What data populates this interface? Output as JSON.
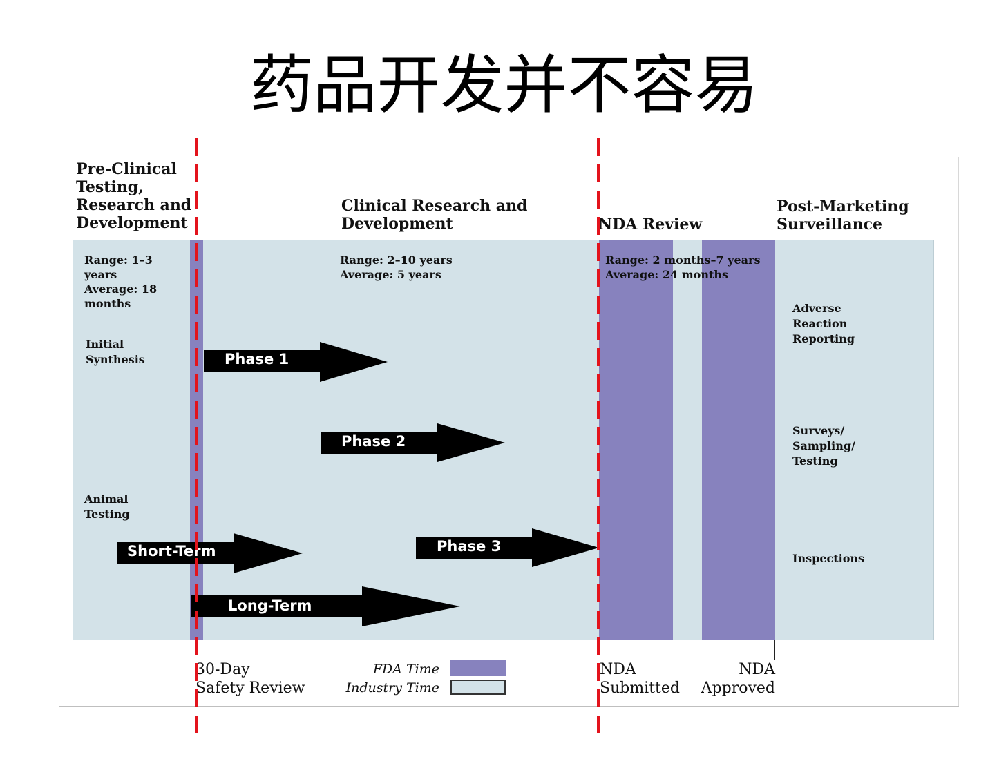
{
  "title": "药品开发并不容易",
  "headings": {
    "preclinical": "Pre-Clinical\nTesting,\nResearch and\nDevelopment",
    "clinical": "Clinical Research and\nDevelopment",
    "nda_review": "NDA Review",
    "post_marketing": "Post-Marketing\nSurveillance"
  },
  "ranges": {
    "preclinical": "Range: 1–3\nyears\nAverage: 18\nmonths",
    "clinical": "Range: 2–10 years\nAverage: 5 years",
    "nda": "Range: 2 months–7 years\nAverage: 24 months"
  },
  "activities": {
    "initial_synthesis": "Initial\nSynthesis",
    "animal_testing": "Animal\nTesting",
    "adverse_reaction": "Adverse\nReaction\nReporting",
    "surveys": "Surveys/\nSampling/\nTesting",
    "inspections": "Inspections"
  },
  "arrows": {
    "phase1": "Phase 1",
    "phase2": "Phase 2",
    "phase3": "Phase 3",
    "short_term": "Short-Term",
    "long_term": "Long-Term"
  },
  "milestones": {
    "safety_review": "30-Day\nSafety Review",
    "nda_submitted": "NDA\nSubmitted",
    "nda_approved": "NDA\nApproved"
  },
  "legend": {
    "fda_time": "FDA Time",
    "industry_time": "Industry Time"
  },
  "colors": {
    "fda_time": "#8782be",
    "industry_time": "#d3e2e8",
    "marker_line": "#e3131c",
    "arrow": "#000000"
  }
}
